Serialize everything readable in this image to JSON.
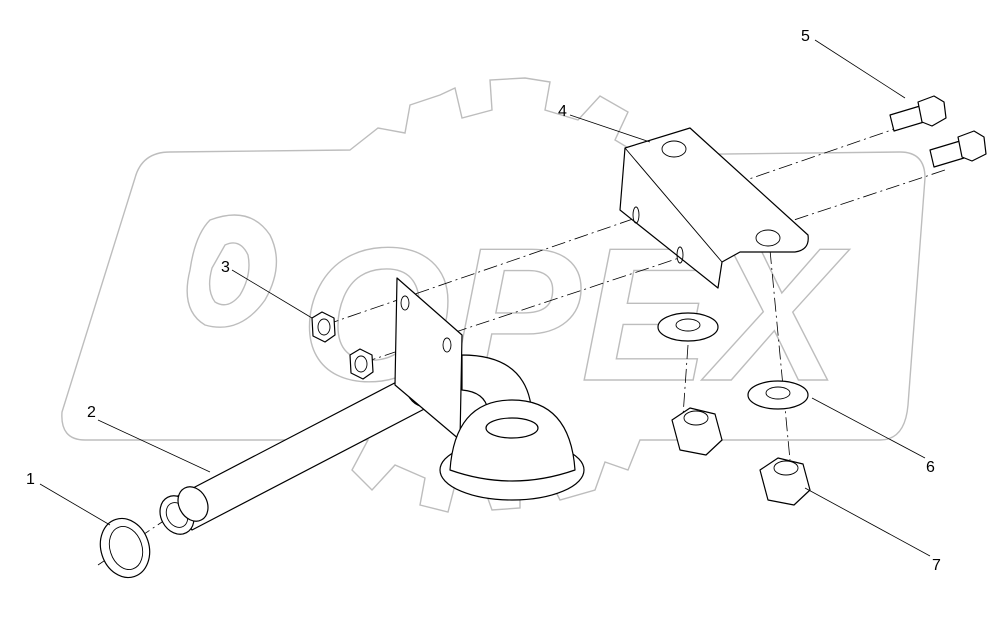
{
  "callouts": [
    {
      "id": "1",
      "label": "1"
    },
    {
      "id": "2",
      "label": "2"
    },
    {
      "id": "3",
      "label": "3"
    },
    {
      "id": "4",
      "label": "4"
    },
    {
      "id": "5",
      "label": "5"
    },
    {
      "id": "6",
      "label": "6"
    },
    {
      "id": "7",
      "label": "7"
    }
  ],
  "watermark": {
    "text": "OPEX",
    "color": "#bdbdbd"
  },
  "colors": {
    "line": "#000000",
    "background": "#ffffff"
  }
}
